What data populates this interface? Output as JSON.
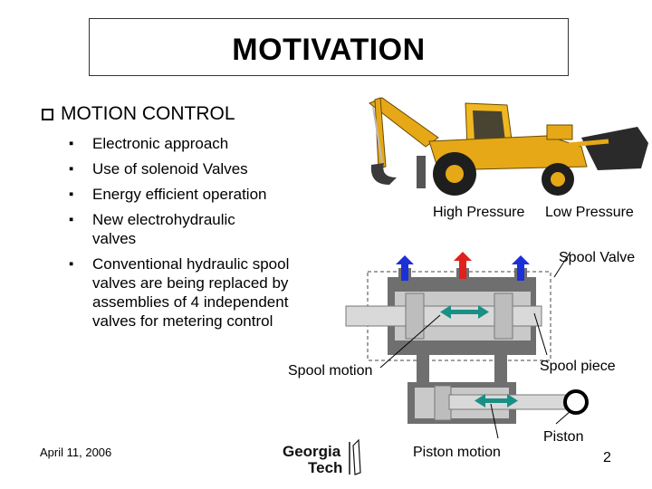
{
  "slide": {
    "title": "MOTIVATION",
    "heading": "MOTION CONTROL",
    "bullets": [
      "Electronic approach",
      "Use of solenoid Valves",
      "Energy efficient operation",
      "New electrohydraulic valves",
      "Conventional hydraulic spool valves are being replaced by assemblies of 4 independent valves for metering control"
    ],
    "date": "April 11, 2006",
    "page_number": "2"
  },
  "diagram": {
    "labels": {
      "high_pressure": "High Pressure",
      "low_pressure": "Low Pressure",
      "spool_valve": "Spool Valve",
      "spool_motion": "Spool motion",
      "spool_piece": "Spool piece",
      "piston_motion": "Piston motion",
      "piston": "Piston"
    },
    "colors": {
      "high_pressure_arrow": "#e0201c",
      "low_pressure_arrow": "#1d2fd6",
      "motion_arrow": "#1a8f86",
      "body_dark": "#6f6f6f",
      "body_light": "#c9c9c9"
    }
  },
  "logo": {
    "text_line1": "Georgia",
    "text_line2": "Tech"
  },
  "images": {
    "machine": "backhoe-loader"
  }
}
